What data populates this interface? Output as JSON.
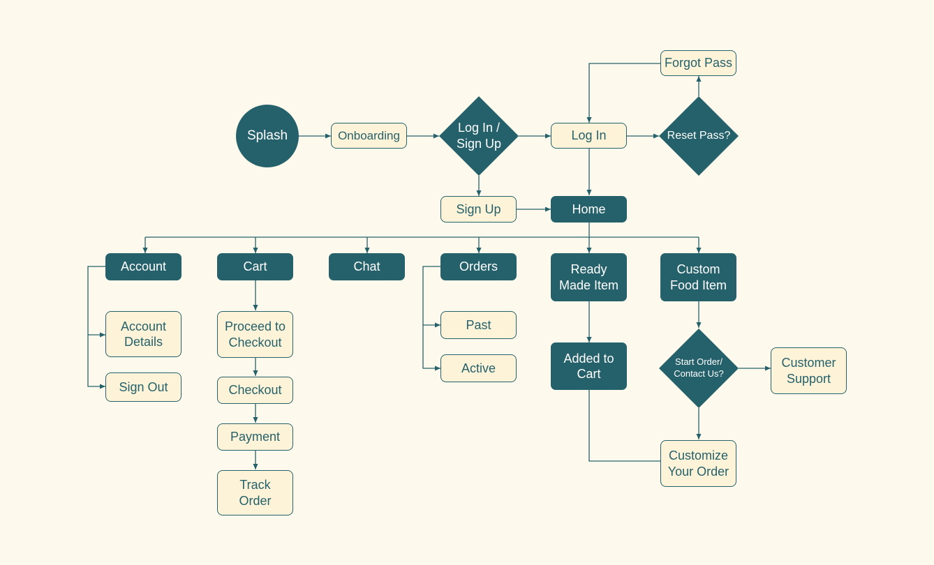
{
  "colors": {
    "background": "#fdf9ec",
    "primary": "#25616a",
    "light_fill": "#fdf3d8",
    "text_on_dark": "#ffffff"
  },
  "nodes": {
    "splash": "Splash",
    "onboarding": "Onboarding",
    "login_signup": "Log In /\nSign Up",
    "login": "Log In",
    "reset_pass": "Reset Pass?",
    "forgot_pass": "Forgot Pass",
    "signup": "Sign Up",
    "home": "Home",
    "account": "Account",
    "cart": "Cart",
    "chat": "Chat",
    "orders": "Orders",
    "ready_made": "Ready\nMade Item",
    "custom_food": "Custom\nFood Item",
    "account_details": "Account\nDetails",
    "sign_out": "Sign Out",
    "proceed_checkout": "Proceed to\nCheckout",
    "checkout": "Checkout",
    "payment": "Payment",
    "track_order": "Track\nOrder",
    "past": "Past",
    "active": "Active",
    "added_to_cart": "Added to\nCart",
    "start_order": "Start Order/\nContact Us?",
    "customer_support": "Customer\nSupport",
    "customize_order": "Customize\nYour Order"
  }
}
